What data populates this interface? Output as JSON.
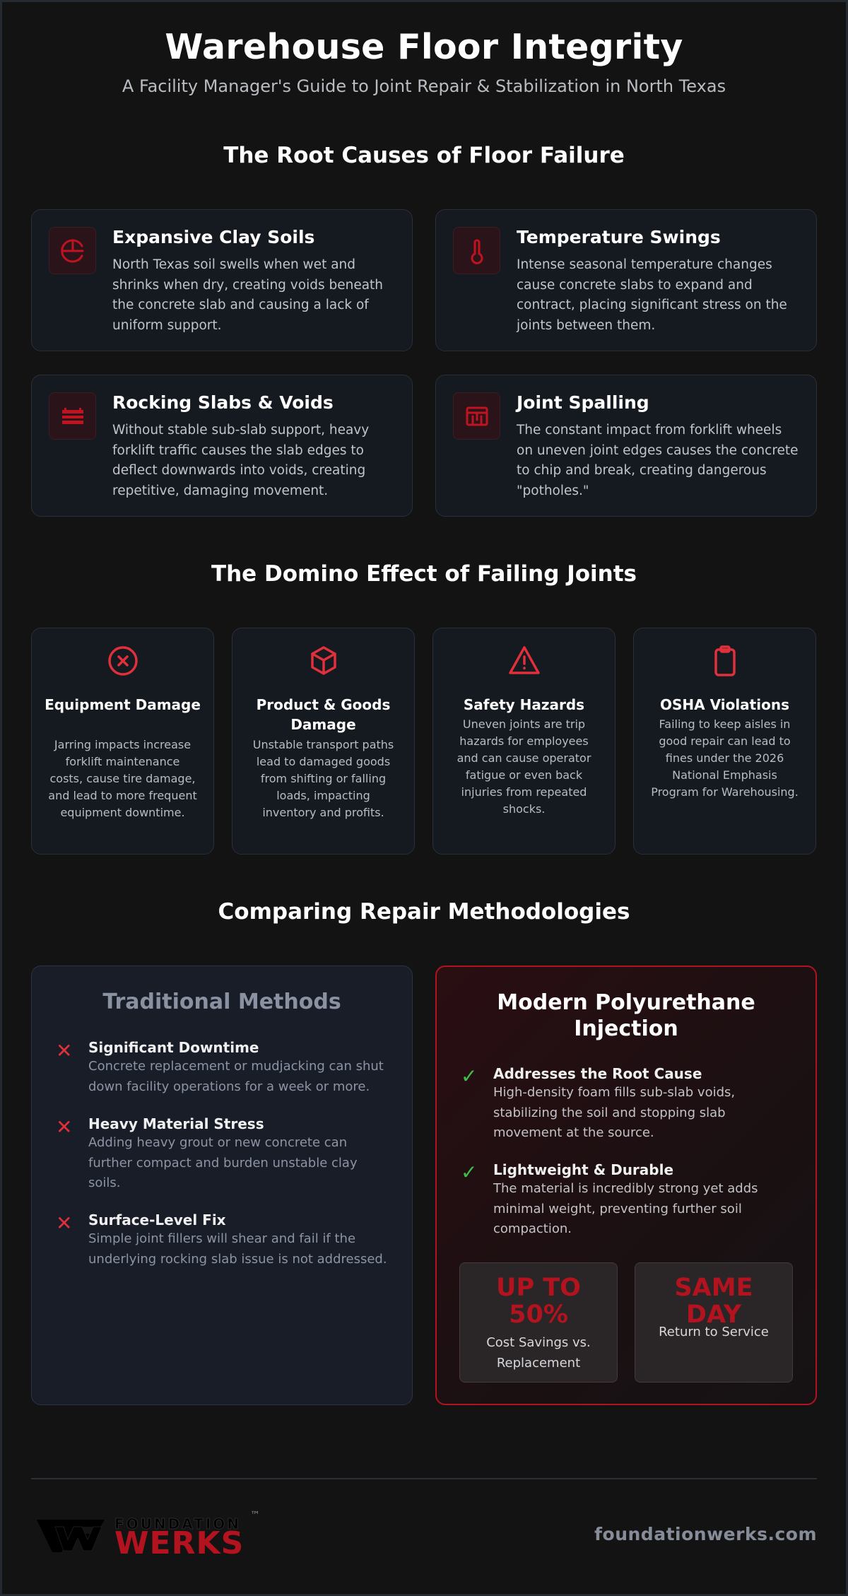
{
  "header": {
    "title": "Warehouse Floor Integrity",
    "subtitle": "A Facility Manager's Guide to Joint Repair & Stabilization in North Texas"
  },
  "causes": {
    "heading": "The Root Causes of Floor Failure",
    "items": [
      {
        "icon": "clay-icon",
        "title": "Expansive Clay Soils",
        "text": "North Texas soil swells when wet and shrinks when dry, creating voids beneath the concrete slab and causing a lack of uniform support."
      },
      {
        "icon": "thermometer-icon",
        "title": "Temperature Swings",
        "text": "Intense seasonal temperature changes cause concrete slabs to expand and contract, placing significant stress on the joints between them."
      },
      {
        "icon": "slab-layers-icon",
        "title": "Rocking Slabs & Voids",
        "text": "Without stable sub-slab support, heavy forklift traffic causes the slab edges to deflect downwards into voids, creating repetitive, damaging movement."
      },
      {
        "icon": "cracked-joint-icon",
        "title": "Joint Spalling",
        "text": "The constant impact from forklift wheels on uneven joint edges causes the concrete to chip and break, creating dangerous \"potholes.\""
      }
    ]
  },
  "effects": {
    "heading": "The Domino Effect of Failing Joints",
    "items": [
      {
        "icon": "x-circle-icon",
        "title": "Equipment Damage",
        "text": "Jarring impacts increase forklift maintenance costs, cause tire damage, and lead to more frequent equipment downtime."
      },
      {
        "icon": "box-icon",
        "title": "Product & Goods Damage",
        "text": "Unstable transport paths lead to damaged goods from shifting or falling loads, impacting inventory and profits."
      },
      {
        "icon": "warning-triangle-icon",
        "title": "Safety Hazards",
        "text": "Uneven joints are trip hazards for employees and can cause operator fatigue or even back injuries from repeated shocks."
      },
      {
        "icon": "clipboard-icon",
        "title": "OSHA Violations",
        "text": "Failing to keep aisles in good repair can lead to fines under the 2026 National Emphasis Program for Warehousing."
      }
    ]
  },
  "methods": {
    "heading": "Comparing Repair Methodologies",
    "traditional": {
      "title": "Traditional Methods",
      "items": [
        {
          "title": "Significant Downtime",
          "text": "Concrete replacement or mudjacking can shut down facility operations for a week or more."
        },
        {
          "title": "Heavy Material Stress",
          "text": "Adding heavy grout or new concrete can further compact and burden unstable clay soils."
        },
        {
          "title": "Surface-Level Fix",
          "text": "Simple joint fillers will shear and fail if the underlying rocking slab issue is not addressed."
        }
      ]
    },
    "modern": {
      "title": "Modern Polyurethane Injection",
      "items": [
        {
          "title": "Addresses the Root Cause",
          "text": "High-density foam fills sub-slab voids, stabilizing the soil and stopping slab movement at the source."
        },
        {
          "title": "Lightweight & Durable",
          "text": "The material is incredibly strong yet adds minimal weight, preventing further soil compaction."
        }
      ],
      "stats": [
        {
          "big": "UP TO 50%",
          "small": "Cost Savings vs. Replacement"
        },
        {
          "big": "SAME DAY",
          "small": "Return to Service"
        }
      ]
    }
  },
  "footer": {
    "logo_top": "FOUNDATION",
    "logo_bottom": "WERKS",
    "logo_tm": "™",
    "domain": "foundationwerks.com"
  },
  "colors": {
    "accent_red": "#b3121f",
    "icon_red": "#e0303c",
    "check_green": "#3fbf4a",
    "background": "#131313"
  }
}
